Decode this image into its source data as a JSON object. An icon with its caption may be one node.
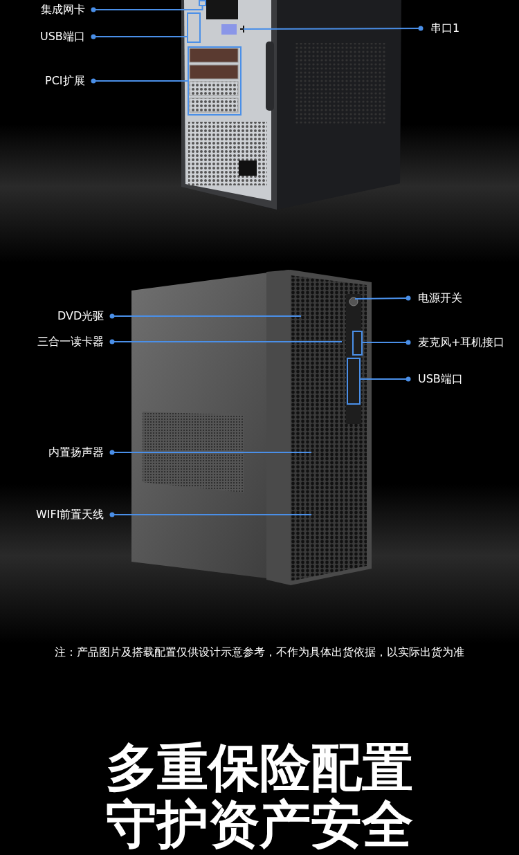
{
  "diagram": {
    "title": "多重保险配置守护资产安全",
    "nodes": [
      {
        "text": [
          "集成网卡"
        ]
      },
      {
        "text": [
          "USB端口"
        ]
      },
      {
        "text": [
          "PCI扩展"
        ]
      },
      {
        "text": [
          "串口1"
        ]
      },
      {
        "text": [
          "DVD光驱"
        ]
      },
      {
        "text": [
          "三合一读卡器"
        ]
      },
      {
        "text": [
          "内置扬声器"
        ]
      },
      {
        "text": [
          "WIFI前置天线"
        ]
      },
      {
        "text": [
          "电源开关"
        ]
      },
      {
        "text": [
          "麦克风+耳机接口"
        ]
      },
      {
        "text": [
          "USB端口"
        ]
      },
      {
        "text": [],
        "shape": "box"
      },
      {
        "text": [],
        "shape": "box"
      },
      {
        "text": [],
        "shape": "box"
      },
      {
        "text": [],
        "shape": "box"
      },
      {
        "text": [],
        "shape": "box"
      }
    ],
    "edges": [
      {
        "from": 0,
        "to": 11,
        "arrow": "other"
      },
      {
        "from": 1,
        "to": 12,
        "arrow": "other"
      },
      {
        "from": 2,
        "to": 13,
        "arrow": "other"
      },
      {
        "from": 3,
        "to": null,
        "arrow": "other"
      },
      {
        "from": 4,
        "to": null,
        "arrow": "other"
      },
      {
        "from": 5,
        "to": null,
        "arrow": "other"
      },
      {
        "from": 6,
        "to": null,
        "arrow": "other"
      },
      {
        "from": 7,
        "to": null,
        "arrow": "other"
      },
      {
        "from": 8,
        "to": null,
        "arrow": "other"
      },
      {
        "from": 9,
        "to": 14,
        "arrow": "other"
      },
      {
        "from": 10,
        "to": 15,
        "arrow": "other"
      }
    ],
    "labels": [
      "注：产品图片及搭载配置仅供设计示意参考，不作为具体出货依据，以实际出货为准"
    ]
  }
}
